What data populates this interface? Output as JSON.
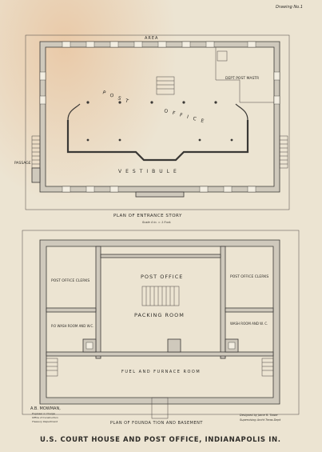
{
  "drawing_no": "Drawing No.1",
  "upper_plan": {
    "area_label": "AREA",
    "rooms": [
      "POST",
      "OFFICE",
      "DEPT POST MASTR",
      "VESTIBULE",
      "PASSAGE"
    ],
    "title": "PLAN OF ENTRANCE STORY",
    "scale": "Scale 4 in. = 1 Foot."
  },
  "lower_plan": {
    "rooms": [
      "POST OFFICE",
      "PACKING ROOM",
      "POST OFFICE CLERKS",
      "POST OFFICE CLERKS",
      "P.O WASH ROOM AND W.C.",
      "WASH ROOM AND W. C.",
      "FUEL AND FURNACE ROOM"
    ],
    "title": "PLAN OF FOUNDA    TION AND BASEMENT"
  },
  "credits": {
    "left_name": "A.B. MOWMAN,",
    "left_lines": [
      "Engineer in Charge",
      "Office of Construction",
      "Treasury Department"
    ],
    "right_lines": [
      "Designed by Jame R. Tower",
      "Supervising Archt Treas Dept"
    ]
  },
  "main_title": "U.S. COURT HOUSE AND POST OFFICE, INDIANAPOLIS IN.",
  "colors": {
    "paper": "#ece4d2",
    "ink": "#2e2c28",
    "wall": "#cfc9bc",
    "stain": "#e7b486"
  }
}
